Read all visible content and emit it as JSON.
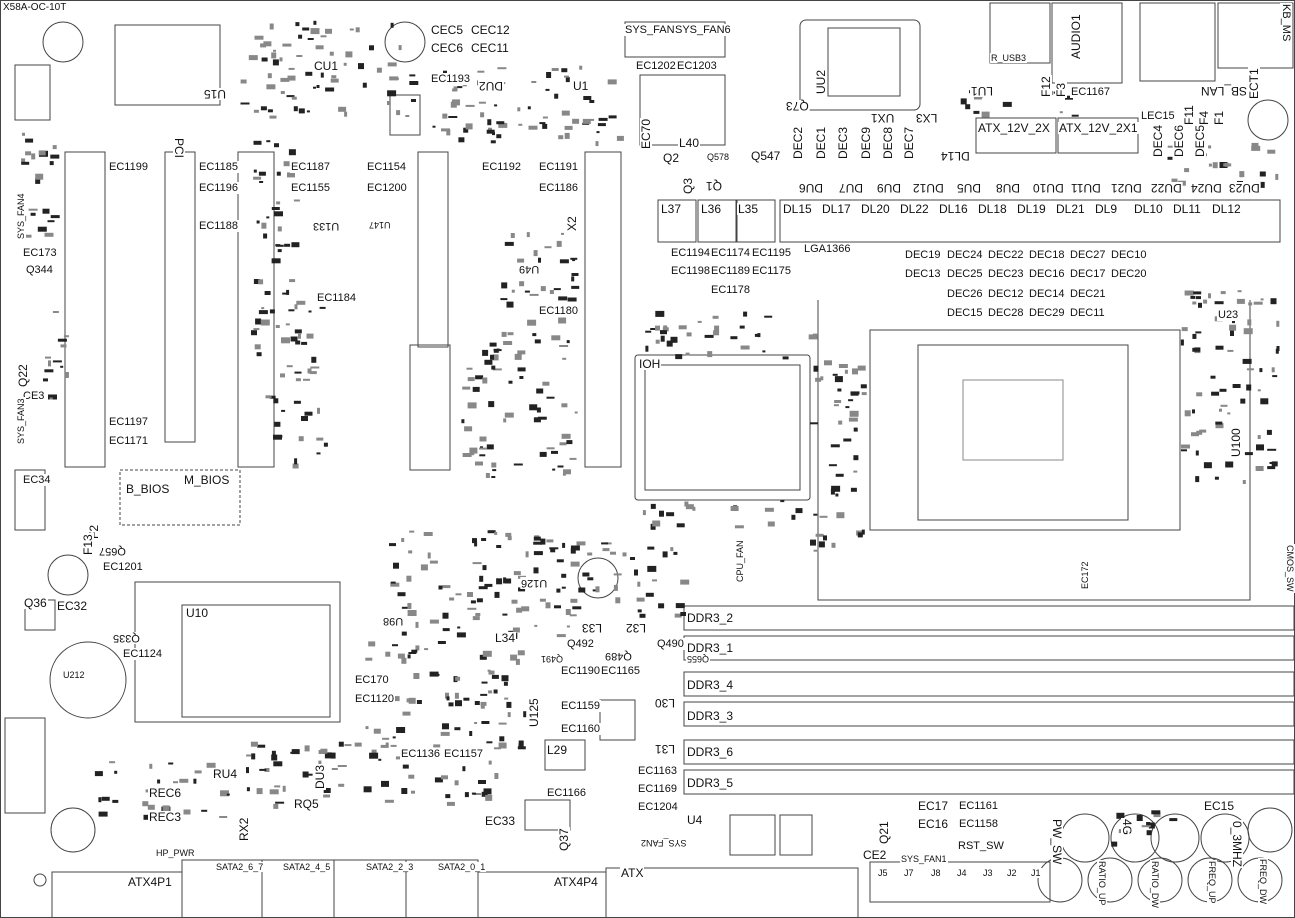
{
  "board_title": "X58A-OC-10T",
  "labels": {
    "CU1": "CU1",
    "CEC5": "CEC5",
    "CEC12": "CEC12",
    "CEC6": "CEC6",
    "CEC11": "CEC11",
    "SYS_FAN5": "SYS_FAN5",
    "SYS_FAN6": "SYS_FAN6",
    "EC1202": "EC1202",
    "EC1203": "EC1203",
    "EC1193": "EC1193",
    "DU2": "DU2",
    "U1": "U1",
    "U15": "U15",
    "PCI": "PCI",
    "UU2": "UU2",
    "Q73": "Q73",
    "R_USB3": "R_USB3",
    "AUDIO1": "AUDIO1",
    "KB_MS": "KB_MS",
    "LU1": "LU1",
    "F12": "F12",
    "F3": "F3",
    "EC1167": "EC1167",
    "USB_LAN": "USB_LAN",
    "ECT1": "ECT1",
    "LEC15": "LEC15",
    "F11": "F11",
    "F4": "F4",
    "F1": "F1",
    "EC70": "EC70",
    "L40": "L40",
    "UX1": "UX1",
    "LX3": "LX3",
    "ATX_12V_2X": "ATX_12V_2X",
    "ATX_12V_2X1": "ATX_12V_2X1",
    "DL14": "DL14",
    "Q2": "Q2",
    "Q578": "Q578",
    "Q547": "Q547",
    "Q3": "Q3",
    "Q1": "Q1",
    "DEC2": "DEC2",
    "DEC1": "DEC1",
    "DEC3": "DEC3",
    "DEC9": "DEC9",
    "DEC8": "DEC8",
    "DEC7": "DEC7",
    "DEC4": "DEC4",
    "DEC6": "DEC6",
    "DEC5": "DEC5",
    "DU6": "DU6",
    "DU7": "DU7",
    "DU9": "DU9",
    "DU12": "DU12",
    "DU5": "DU5",
    "DU8": "DU8",
    "DU10": "DU10",
    "DU11": "DU11",
    "DU21": "DU21",
    "DU22": "DU22",
    "DU24": "DU24",
    "DU23": "DU23",
    "L37": "L37",
    "L36": "L36",
    "L35": "L35",
    "DL15": "DL15",
    "DL17": "DL17",
    "DL20": "DL20",
    "DL22": "DL22",
    "DL16": "DL16",
    "DL18": "DL18",
    "DL19": "DL19",
    "DL21": "DL21",
    "DL9": "DL9",
    "DL10": "DL10",
    "DL11": "DL11",
    "DL12": "DL12",
    "EC1199": "EC1199",
    "EC1185": "EC1185",
    "EC1187": "EC1187",
    "EC1154": "EC1154",
    "EC1192": "EC1192",
    "EC1191": "EC1191",
    "EC1196": "EC1196",
    "EC1155": "EC1155",
    "EC1200": "EC1200",
    "EC1186": "EC1186",
    "EC1188": "EC1188",
    "SYS_FAN4": "SYS_FAN4",
    "EC173": "EC173",
    "Q344": "Q344",
    "U133": "U133",
    "U147": "U147",
    "X2": "X2",
    "U49": "U49",
    "EC1194": "EC1194",
    "EC1174": "EC1174",
    "EC1195": "EC1195",
    "LGA1366": "LGA1366",
    "EC1198": "EC1198",
    "EC1189": "EC1189",
    "EC1175": "EC1175",
    "EC1178": "EC1178",
    "DEC19": "DEC19",
    "DEC24": "DEC24",
    "DEC22": "DEC22",
    "DEC18": "DEC18",
    "DEC27": "DEC27",
    "DEC10": "DEC10",
    "DEC13": "DEC13",
    "DEC25": "DEC25",
    "DEC23": "DEC23",
    "DEC16": "DEC16",
    "DEC17": "DEC17",
    "DEC20": "DEC20",
    "DEC26": "DEC26",
    "DEC12": "DEC12",
    "DEC14": "DEC14",
    "DEC21": "DEC21",
    "DEC15": "DEC15",
    "DEC28": "DEC28",
    "DEC29": "DEC29",
    "DEC11": "DEC11",
    "EC1184": "EC1184",
    "EC1180": "EC1180",
    "U23": "U23",
    "Q22": "Q22",
    "CE3": "CE3",
    "IOH": "IOH",
    "SYS_FAN3": "SYS_FAN3",
    "EC1197": "EC1197",
    "EC1171": "EC1171",
    "U100": "U100",
    "EC34": "EC34",
    "B_BIOS": "B_BIOS",
    "M_BIOS": "M_BIOS",
    "F2": "F2",
    "F13": "F13",
    "Q657": "Q657",
    "EC1201": "EC1201",
    "U126": "U126",
    "CPU_FAN": "CPU_FAN",
    "CMOS_SW": "CMOS_SW",
    "EC172": "EC172",
    "Q36": "Q36",
    "EC32": "EC32",
    "U10": "U10",
    "Q335": "Q335",
    "EC1124": "EC1124",
    "U212": "U212",
    "U98": "U98",
    "L34": "L34",
    "L33": "L33",
    "L32": "L32",
    "Q492": "Q492",
    "Q489": "Q489",
    "Q490": "Q490",
    "DDR3_2": "DDR3_2",
    "DDR3_1": "DDR3_1",
    "DDR3_4": "DDR3_4",
    "DDR3_3": "DDR3_3",
    "DDR3_6": "DDR3_6",
    "DDR3_5": "DDR3_5",
    "EC170": "EC170",
    "EC1120": "EC1120",
    "EC1190": "EC1190",
    "EC1165": "EC1165",
    "U125": "U125",
    "EC1159": "EC1159",
    "EC1160": "EC1160",
    "L30": "L30",
    "L31": "L31",
    "L29": "L29",
    "EC1136": "EC1136",
    "EC1157": "EC1157",
    "EC1163": "EC1163",
    "EC1169": "EC1169",
    "EC1166": "EC1166",
    "EC1204": "EC1204",
    "RU4": "RU4",
    "DU3": "DU3",
    "REC6": "REC6",
    "REC3": "REC3",
    "RQ5": "RQ5",
    "RX2": "RX2",
    "EC33": "EC33",
    "Q37": "Q37",
    "U4": "U4",
    "Q21": "Q21",
    "CE2": "CE2",
    "EC17": "EC17",
    "EC1161": "EC1161",
    "EC16": "EC16",
    "EC1158": "EC1158",
    "SYS_FAN1": "SYS_FAN1",
    "RST_SW": "RST_SW",
    "PW_SW": "PW_SW",
    "4G": "4G",
    "EC15": "EC15",
    "0_3MHZ": "0_3MHZ",
    "SYS_FAN2": "SYS_FAN2",
    "HP_PWR": "HP_PWR",
    "ATX4P1": "ATX4P1",
    "ATX4P4": "ATX4P4",
    "ATX": "ATX",
    "SATA2_6_7": "SATA2_6_7",
    "SATA2_4_5": "SATA2_4_5",
    "SATA2_2_3": "SATA2_2_3",
    "SATA2_0_1": "SATA2_0_1",
    "RATIO_UP": "RATIO_UP",
    "RATIO_DW": "RATIO_DW",
    "FREQ_UP": "FREQ_UP",
    "FREQ_DW": "FREQ_DW",
    "J5": "J5",
    "J7": "J7",
    "J8": "J8",
    "J4": "J4",
    "J3": "J3",
    "J2": "J2",
    "J1": "J1",
    "Q655": "Q655",
    "Q491": "Q491"
  }
}
